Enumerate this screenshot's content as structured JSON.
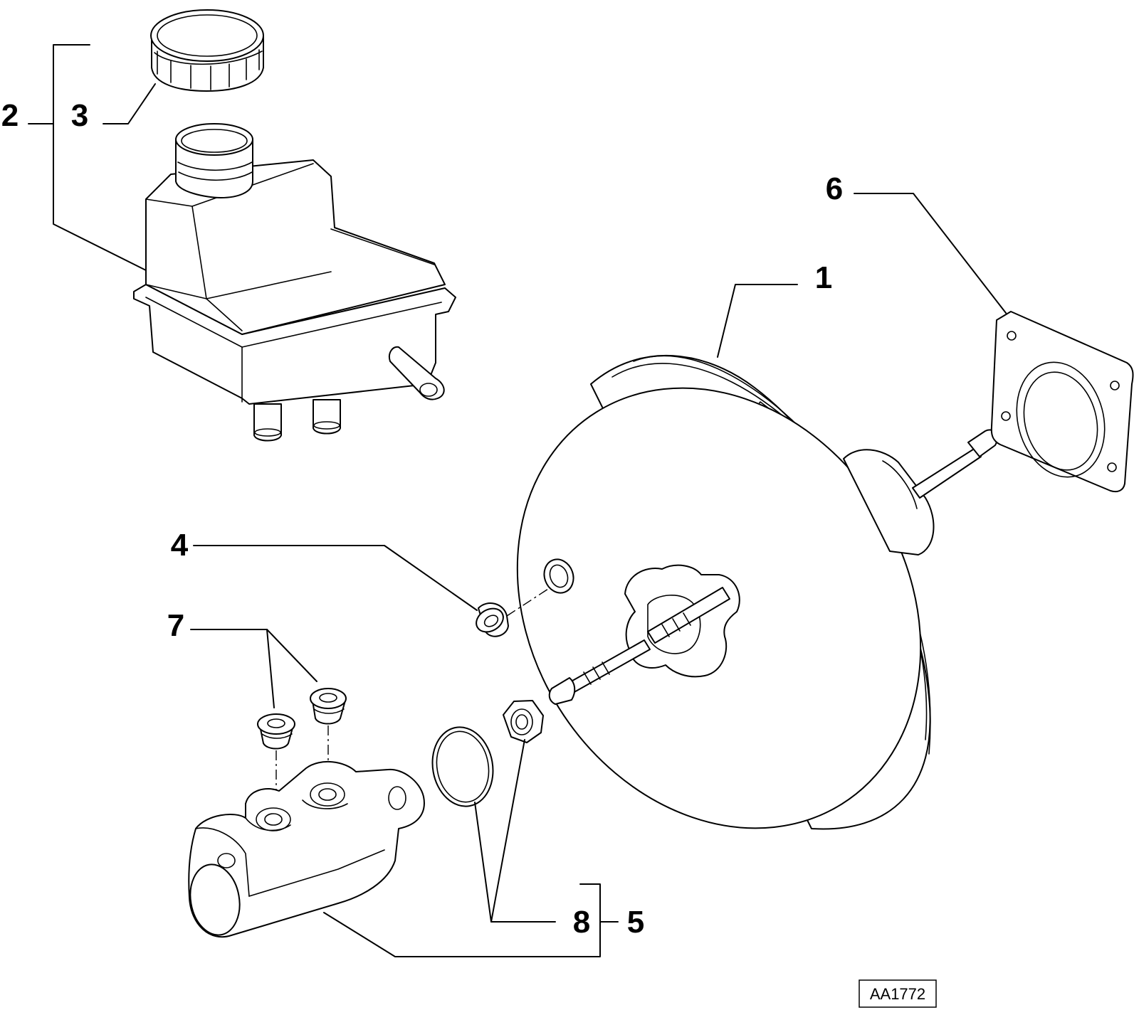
{
  "callouts": {
    "c1": "1",
    "c2": "2",
    "c3": "3",
    "c4": "4",
    "c5": "5",
    "c6": "6",
    "c7": "7",
    "c8": "8"
  },
  "reference_code": "AA1772"
}
